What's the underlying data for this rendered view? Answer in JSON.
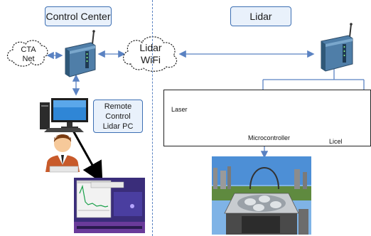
{
  "labels": {
    "control_center": "Control Center",
    "lidar": "Lidar",
    "cta_net": "CTA\nNet",
    "lidar_wifi": "Lidar\nWiFi",
    "remote_pc": "Remote\nControl\nLidar PC",
    "laser": "Laser",
    "microcontroller": "Microcontroller",
    "licel": "Licel"
  },
  "colors": {
    "box_fill": "#e9f1fb",
    "box_border": "#3d6fb3",
    "link_line": "#5a82c2",
    "arrow_black": "#000000"
  },
  "icons": {
    "router": "wireless-router-icon",
    "cloud": "cloud-icon",
    "pc": "desktop-computer-icon",
    "user": "user-avatar-icon"
  }
}
